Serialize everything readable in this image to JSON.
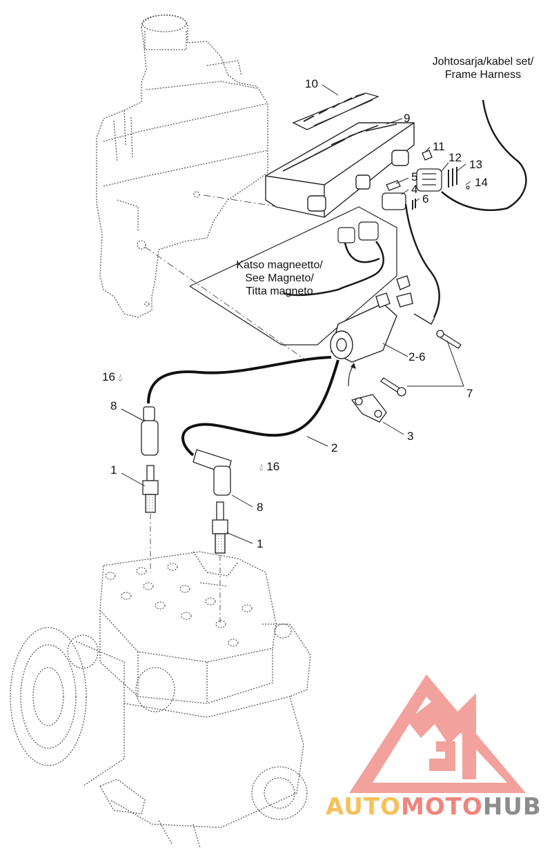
{
  "notes": {
    "frame_harness": [
      "Johtosarja/kabel set/",
      "Frame Harness"
    ],
    "see_magneto": [
      "Katso magneetto/",
      "See Magneto/",
      "Titta magneto"
    ]
  },
  "callouts": {
    "n1a": "1",
    "n1b": "1",
    "n2": "2",
    "n2_6": "2-6",
    "n3": "3",
    "n4": "4",
    "n5": "5",
    "n6": "6",
    "n7": "7",
    "n8a": "8",
    "n8b": "8",
    "n9": "9",
    "n10": "10",
    "n11": "11",
    "n12": "12",
    "n13": "13",
    "n14": "14",
    "n16a": "16",
    "n16b": "16"
  },
  "logo": {
    "word1": "AUTO",
    "word2": "MOTO",
    "word3": "HUB",
    "colors": {
      "auto": "#f7c05a",
      "moto": "#f0847c",
      "hub": "#8c8c8c",
      "mark": "#f08a84"
    }
  },
  "colors": {
    "line": "#222222",
    "dotted": "#555555",
    "cable": "#1a1a1a"
  }
}
